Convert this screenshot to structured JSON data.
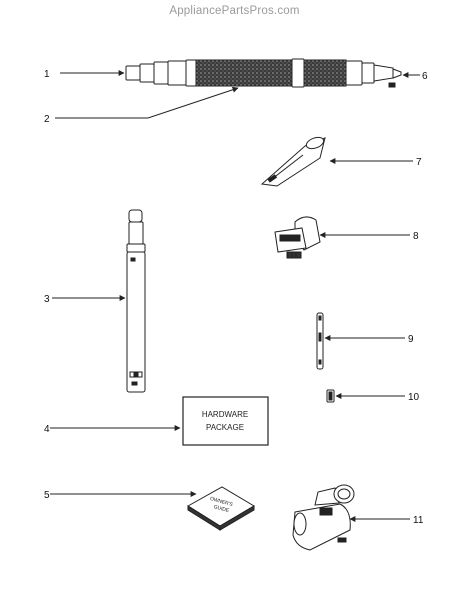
{
  "watermark": "AppliancePartsPros.com",
  "labels": {
    "p1": "1",
    "p2": "2",
    "p3": "3",
    "p4": "4",
    "p5": "5",
    "p6": "6",
    "p7": "7",
    "p8": "8",
    "p9": "9",
    "p10": "10",
    "p11": "11"
  },
  "hardware_package": {
    "line1": "HARDWARE",
    "line2": "PACKAGE"
  },
  "owners_guide": {
    "line1": "OWNER'S",
    "line2": "GUIDE"
  }
}
